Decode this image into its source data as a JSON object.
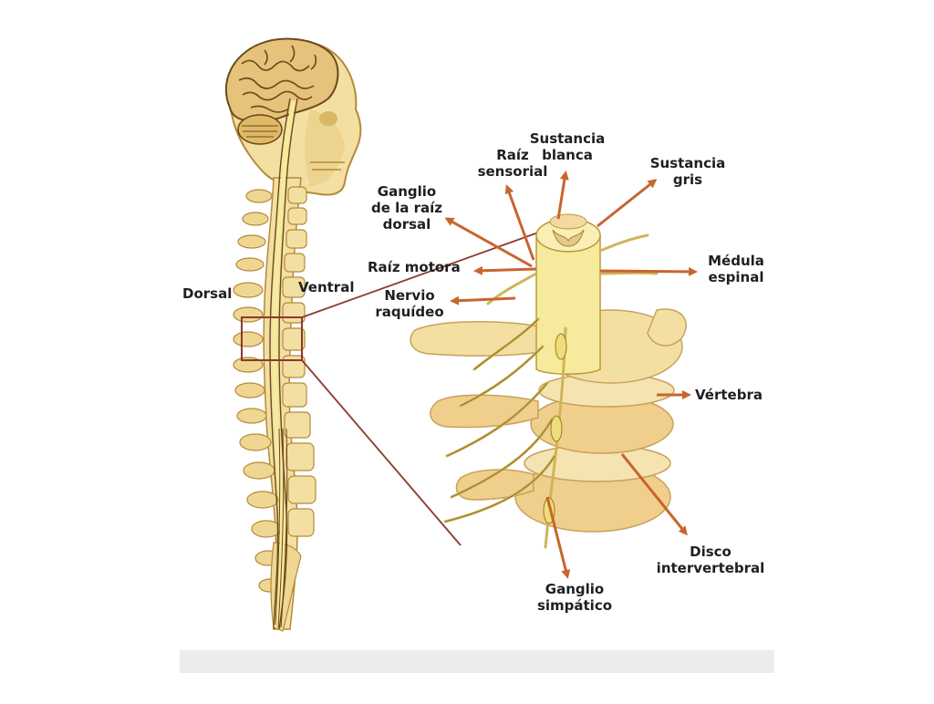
{
  "labels": {
    "dorsal": "Dorsal",
    "ventral": "Ventral",
    "raiz_sensorial": "Raíz\nsensorial",
    "sustancia_blanca": "Sustancia\nblanca",
    "sustancia_gris": "Sustancia\ngris",
    "ganglio_raiz_dorsal": "Ganglio\nde la raíz\ndorsal",
    "raiz_motora": "Raíz motora",
    "nervio_raquideo": "Nervio\nraquídeo",
    "medula_espinal": "Médula\nespinal",
    "vertebra": "Vértebra",
    "disco_intervertebral": "Disco\nintervertebral",
    "ganglio_simpatico": "Ganglio\nsimpático"
  },
  "colors": {
    "bone": "#f3dfa2",
    "bone_shade": "#e2bf72",
    "outline": "#b48a3a",
    "cord": "#f6ea9c",
    "arrow": "#c8652d",
    "box": "#8a3a2a",
    "brain": "#e6c27a",
    "brain_lines": "#6b4a1a",
    "disc": "#f0cf8c"
  },
  "icons": {
    "arrow": "arrow-icon"
  }
}
